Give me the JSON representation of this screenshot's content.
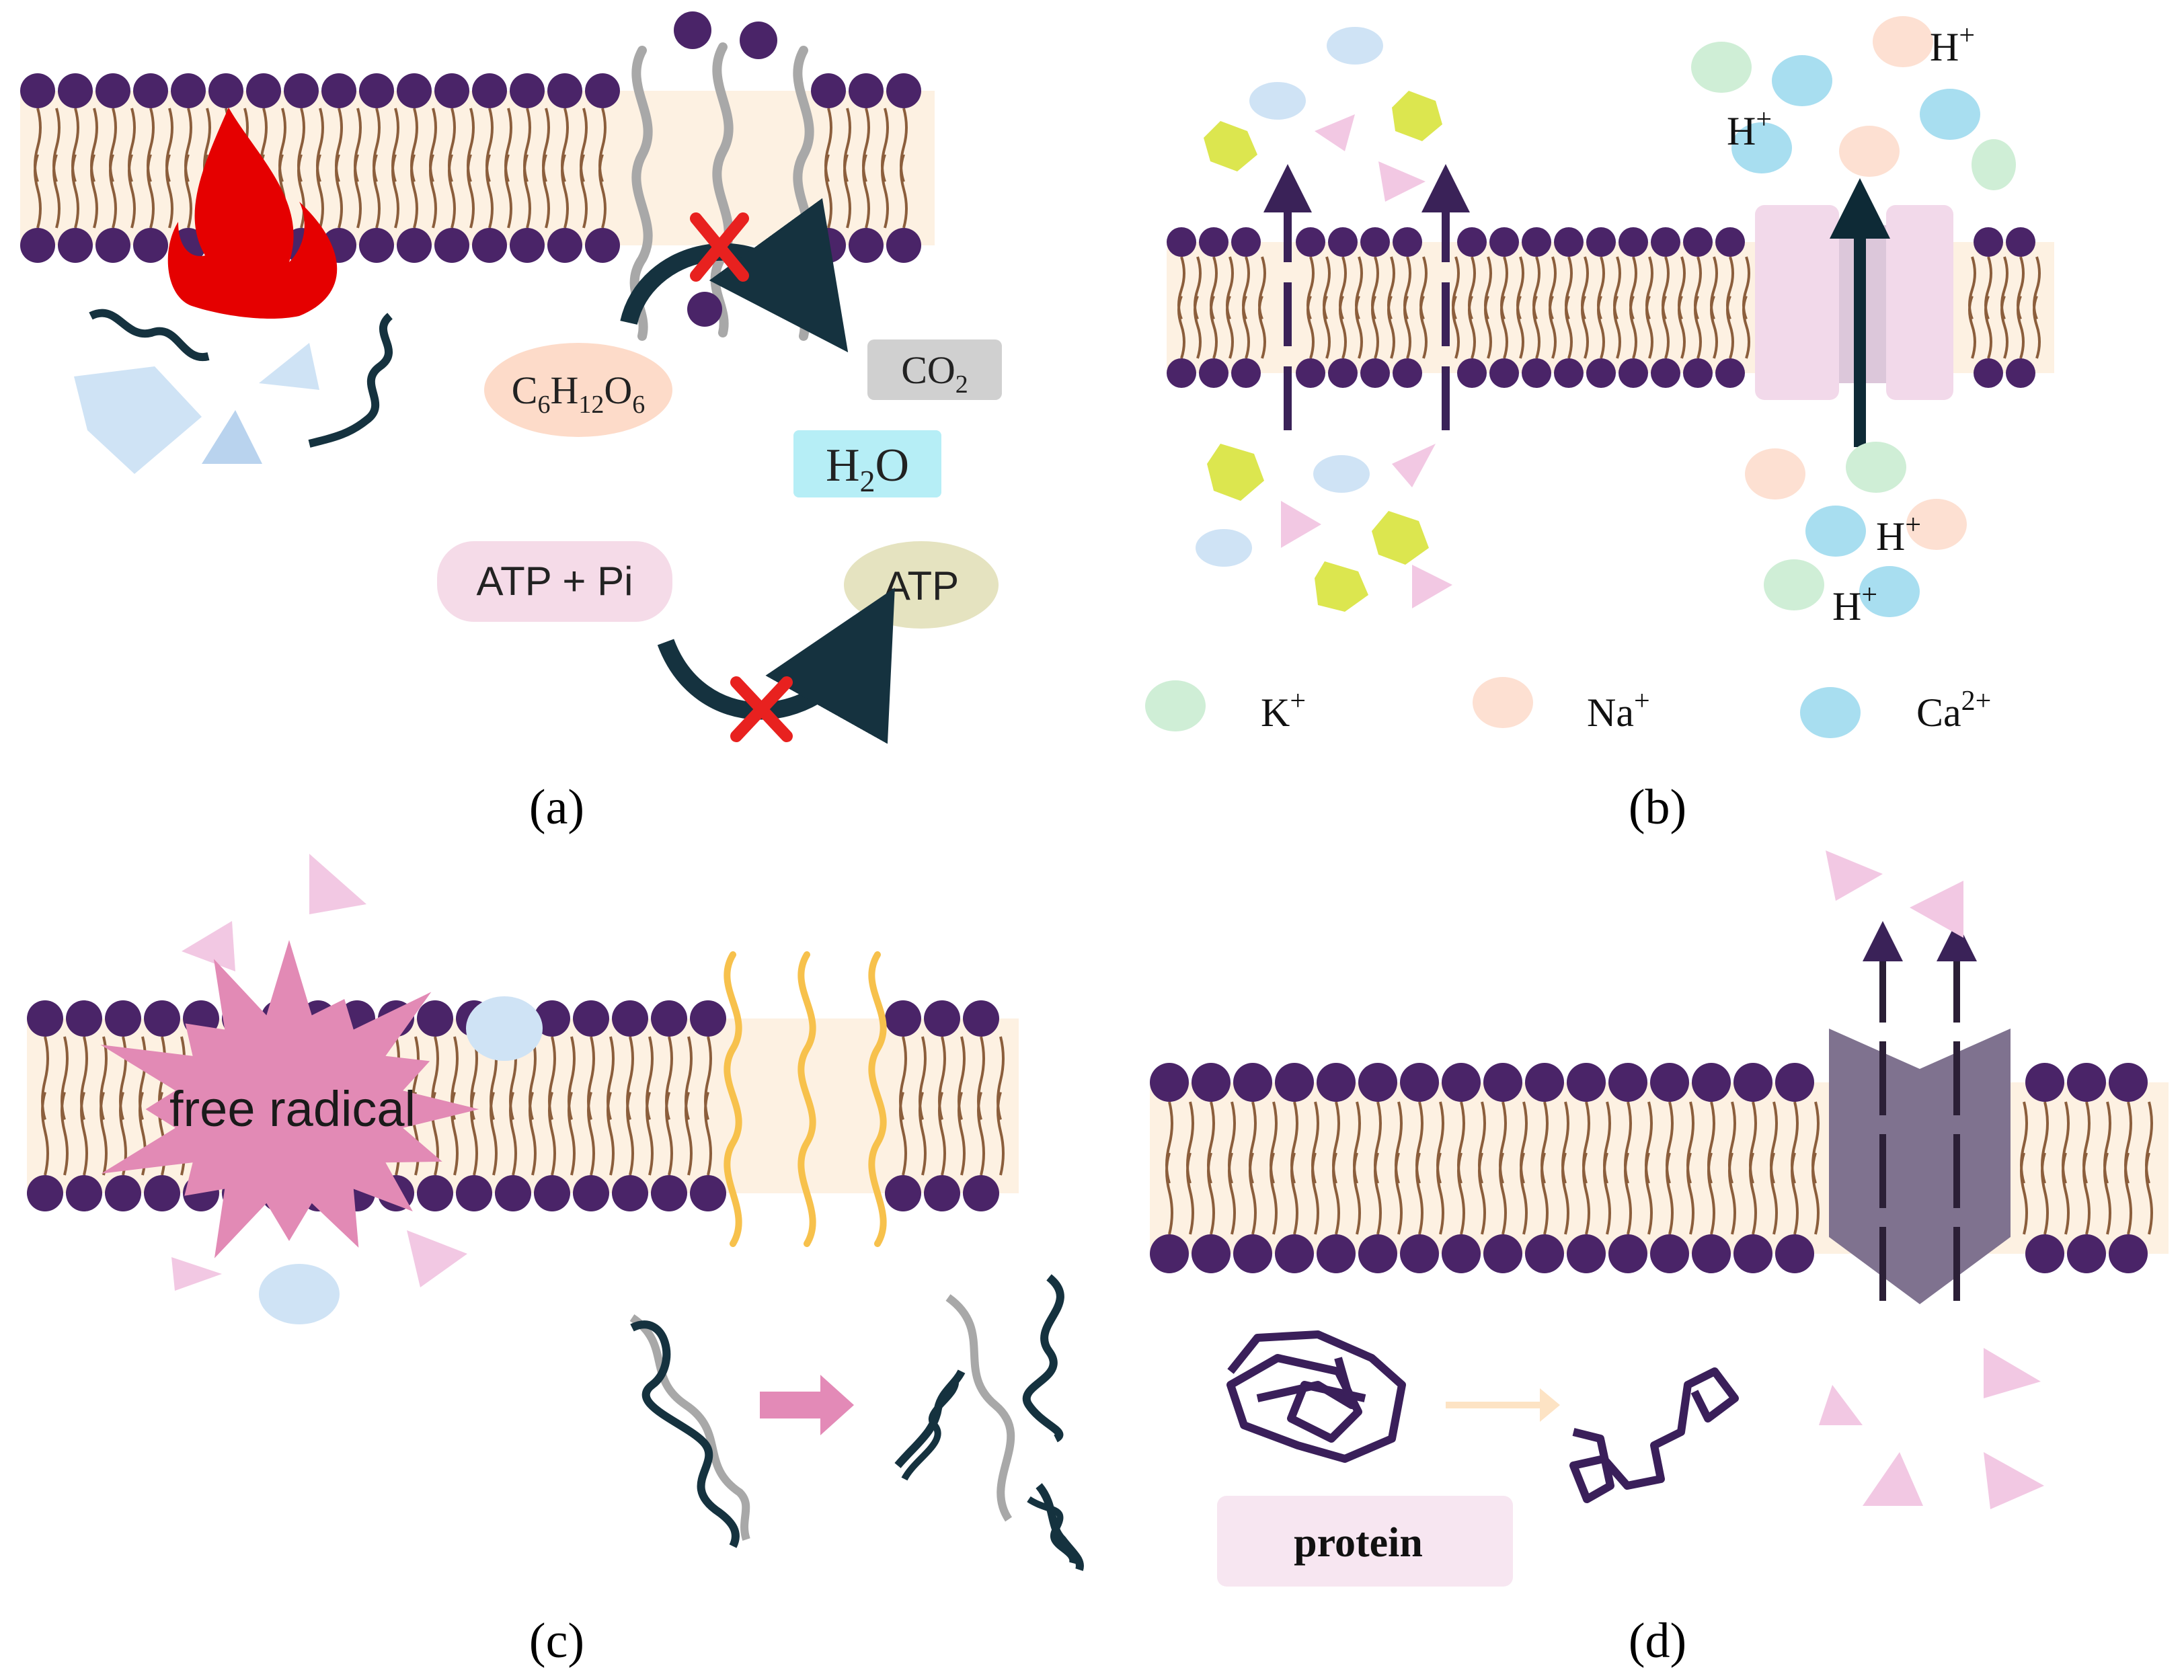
{
  "panels": {
    "a": {
      "label": "(a)",
      "glucose": {
        "base": "C",
        "s1": "6",
        "h": "H",
        "s2": "12",
        "o": "O",
        "s3": "6"
      },
      "co2": {
        "base": "CO",
        "sub": "2"
      },
      "h2o": {
        "h": "H",
        "sub": "2",
        "o": "O"
      },
      "atp_pi": "ATP + Pi",
      "atp": "ATP"
    },
    "b": {
      "label": "(b)",
      "h_ion": {
        "base": "H",
        "sup": "+"
      },
      "legend": [
        {
          "base": "K",
          "sup": "+",
          "color": "#cfeed6"
        },
        {
          "base": "Na",
          "sup": "+",
          "color": "#fde0d2"
        },
        {
          "base": "Ca",
          "sup": "2+",
          "color": "#a8def0"
        }
      ]
    },
    "c": {
      "label": "(c)",
      "free_radical": "free radical"
    },
    "d": {
      "label": "(d)",
      "protein": "protein"
    }
  },
  "colors": {
    "lipid_head": "#4a2468",
    "membrane_core": "#fdf1e2",
    "tail": "#8b5e3c",
    "flame": "#e50000",
    "cross": "#e8211f",
    "dark_arrow": "#15323f",
    "free_radical": "#e28ab5",
    "channel": "#7f728f",
    "pump": "#f2d9ea",
    "yellow_tail": "#f7c14c",
    "hexagon": "#dce64f",
    "triangle": "#f2c8e3",
    "fragment": "#cfe3f5"
  },
  "icons": [
    "fire-icon",
    "cross-icon",
    "dna-helix-icon",
    "protein-coil-icon",
    "transport-arrow-icon"
  ]
}
